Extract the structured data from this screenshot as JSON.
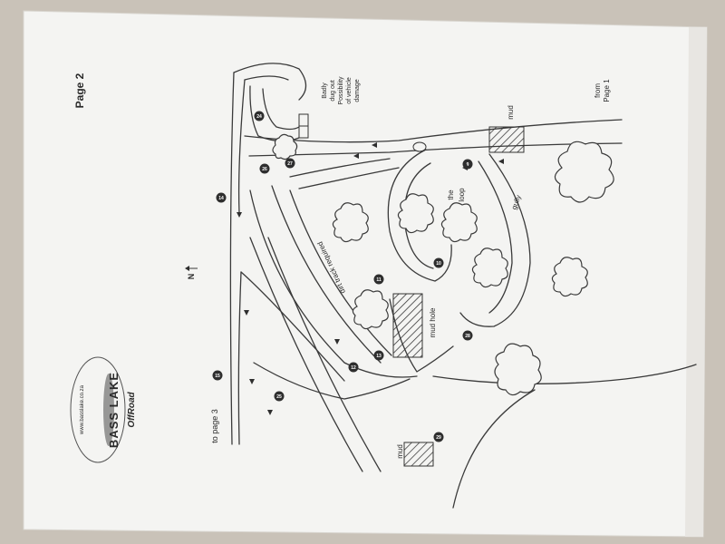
{
  "page_label": "Page 2",
  "north_label": "N",
  "logo": {
    "website": "www.basslake.co.za",
    "name": "BASS LAKE",
    "tagline": "OffRoad"
  },
  "labels": {
    "to_page": "to page 3",
    "from_page_line1": "from",
    "from_page_line2": "Page 1",
    "mud_top": "mud",
    "mud_bottom": "mud",
    "mud_hole": "mud hole",
    "the_loop_1": "the",
    "the_loop_2": "loop",
    "gully": "gully",
    "dirt_track": "dirt track required",
    "warning_1": "Badly",
    "warning_2": "dug out",
    "warning_3": "Possibility",
    "warning_4": "of vehicle",
    "warning_5": "damage"
  },
  "markers": [
    "14",
    "15",
    "9",
    "10",
    "11",
    "12",
    "13",
    "24",
    "25",
    "26",
    "27",
    "28",
    "29"
  ],
  "colors": {
    "background": "#c9c2b8",
    "paper": "#f4f4f2",
    "ink": "#2e2e2e"
  }
}
